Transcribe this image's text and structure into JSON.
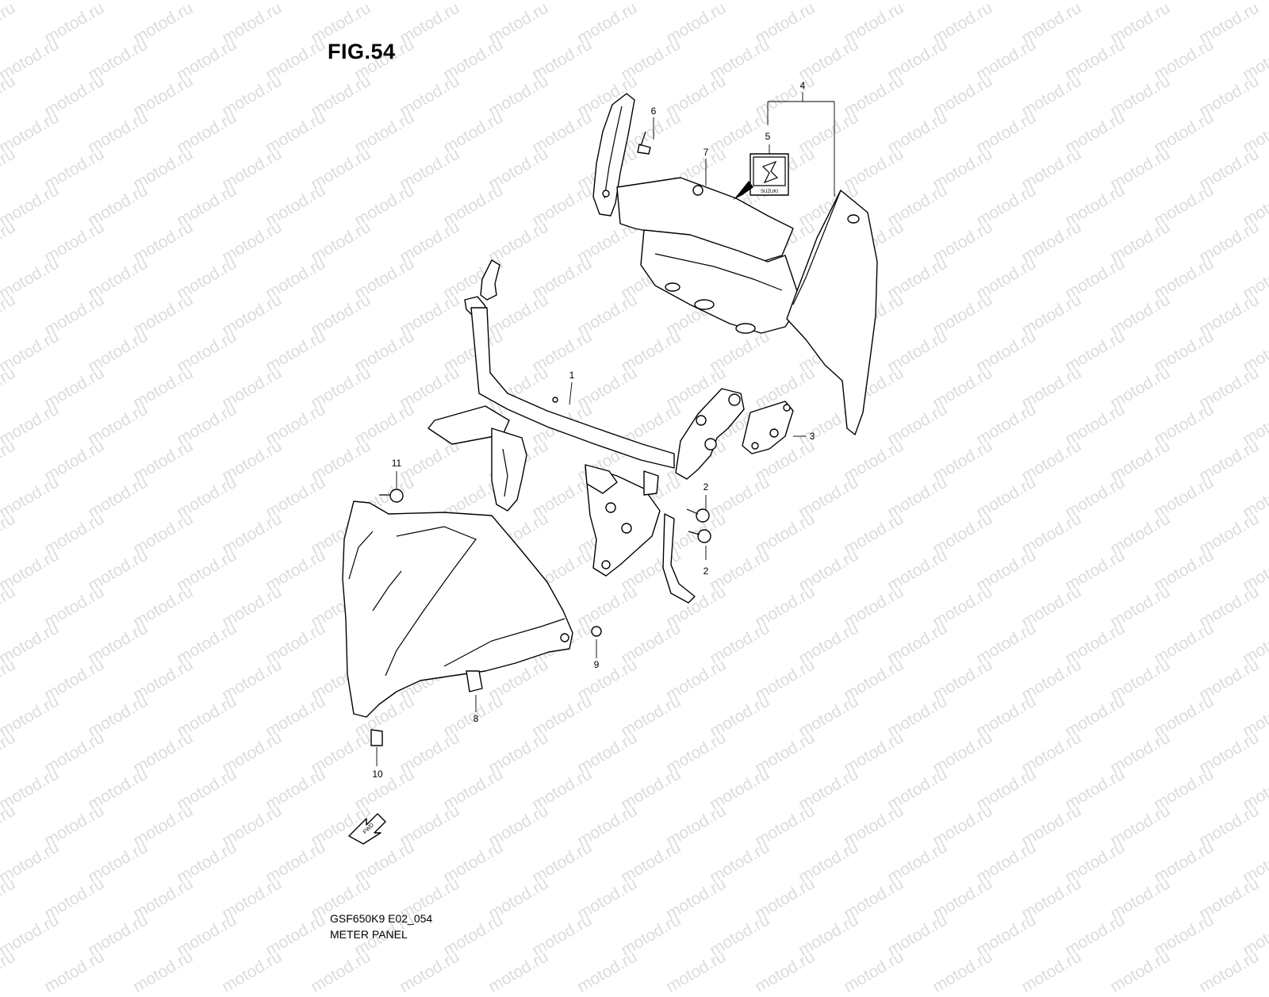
{
  "figure": {
    "title": "FIG.54"
  },
  "watermark": {
    "text": "motod.ru"
  },
  "footer": {
    "code": "GSF650K9 E02_054",
    "caption": "METER PANEL"
  },
  "callouts": {
    "c1": "1",
    "c2a": "2",
    "c2b": "2",
    "c3": "3",
    "c4": "4",
    "c5": "5",
    "c6": "6",
    "c7": "7",
    "c8": "8",
    "c9": "9",
    "c10": "10",
    "c11": "11"
  },
  "emblem": {
    "text": "SUZUKI"
  },
  "direction": {
    "label": "FWD"
  }
}
